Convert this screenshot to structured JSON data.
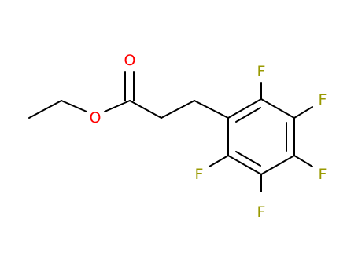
{
  "molecule": {
    "atoms": {
      "carbonyl_oxygen": "O",
      "ester_oxygen": "O",
      "fluorine_top": "F",
      "fluorine_upper_right": "F",
      "fluorine_lower_right": "F",
      "fluorine_bottom": "F",
      "fluorine_left": "F"
    },
    "colors": {
      "bond": "#000000",
      "oxygen": "#ff0000",
      "fluorine": "#999900"
    }
  }
}
